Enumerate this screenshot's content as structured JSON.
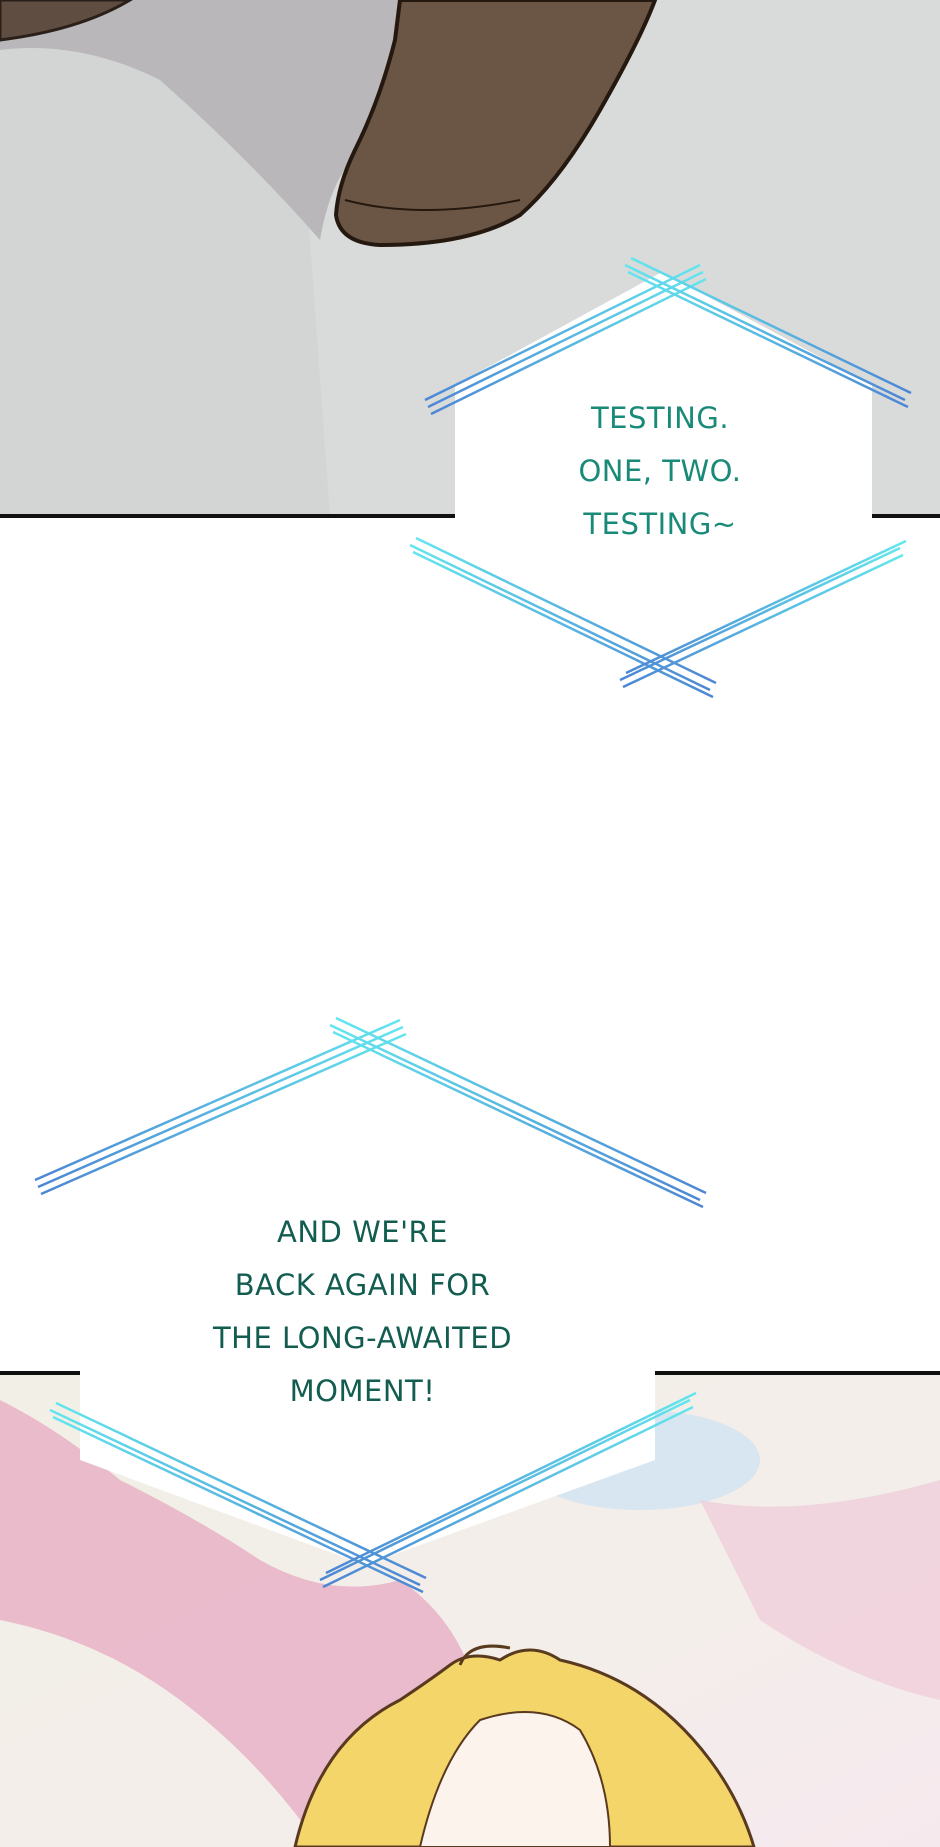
{
  "captions": [
    {
      "lines": [
        "TESTING.",
        "ONE, TWO.",
        "TESTING~"
      ]
    },
    {
      "lines": [
        "AND WE'RE",
        "BACK AGAIN FOR",
        "THE LONG-AWAITED",
        "MOMENT!"
      ]
    }
  ],
  "colors": {
    "panel_gray": "#d6d8d7",
    "shoe": "#6b5646",
    "frame_top": "#63e0ea",
    "frame_bottom": "#4f8fd6",
    "text_teal": "#1a8a78",
    "hair": "#f4d56a"
  }
}
